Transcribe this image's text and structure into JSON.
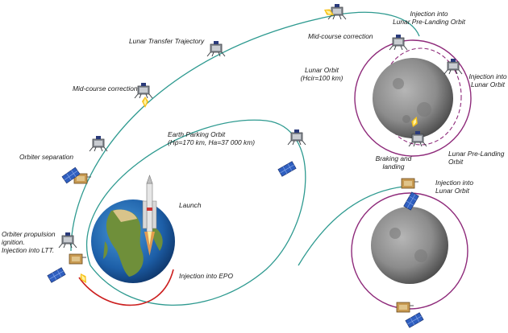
{
  "labels": {
    "lunar_transfer_trajectory": "Lunar Transfer Trajectory",
    "mid_course_correction_1": "Mid-course correction",
    "mid_course_correction_2": "Mid-course correction",
    "injection_pre_landing_l1": "Injection into",
    "injection_pre_landing_l2": "Lunar Pre-Landing Orbit",
    "lunar_orbit_l1": "Lunar Orbit",
    "lunar_orbit_l2": "(Hcir=100 km)",
    "injection_lunar_orbit_1_l1": "Injection into",
    "injection_lunar_orbit_1_l2": "Lunar Orbit",
    "earth_parking_orbit_l1": "Earth Parking Orbit",
    "earth_parking_orbit_l2": "(Hp=170 km, Ha=37 000 km)",
    "orbiter_separation": "Orbiter separation",
    "braking_l1": "Braking and",
    "braking_l2": "landing",
    "lunar_pre_landing_l1": "Lunar Pre-Landing",
    "lunar_pre_landing_l2": "Orbit",
    "injection_lunar_orbit_2_l1": "Injection into",
    "injection_lunar_orbit_2_l2": "Lunar Orbit",
    "launch": "Launch",
    "orbiter_propulsion_l1": "Orbiter propulsion",
    "orbiter_propulsion_l2": "ignition.",
    "orbiter_propulsion_l3": "Injection into LTT.",
    "injection_epo": "Injection into EPO"
  },
  "colors": {
    "transfer_trajectory": "#2e9a90",
    "lunar_orbit": "#8e2a7a",
    "earth_parking_orbit_burn": "#cc1f1f",
    "moon": "#8a8a8a",
    "earth_ocean": "#1d5fa8",
    "earth_land": "#6f8f3a"
  },
  "icons": {
    "spacecraft": "spacecraft-icon",
    "orbiter": "orbiter-icon",
    "rocket": "rocket-icon",
    "earth": "earth-icon",
    "moon": "moon-icon"
  }
}
